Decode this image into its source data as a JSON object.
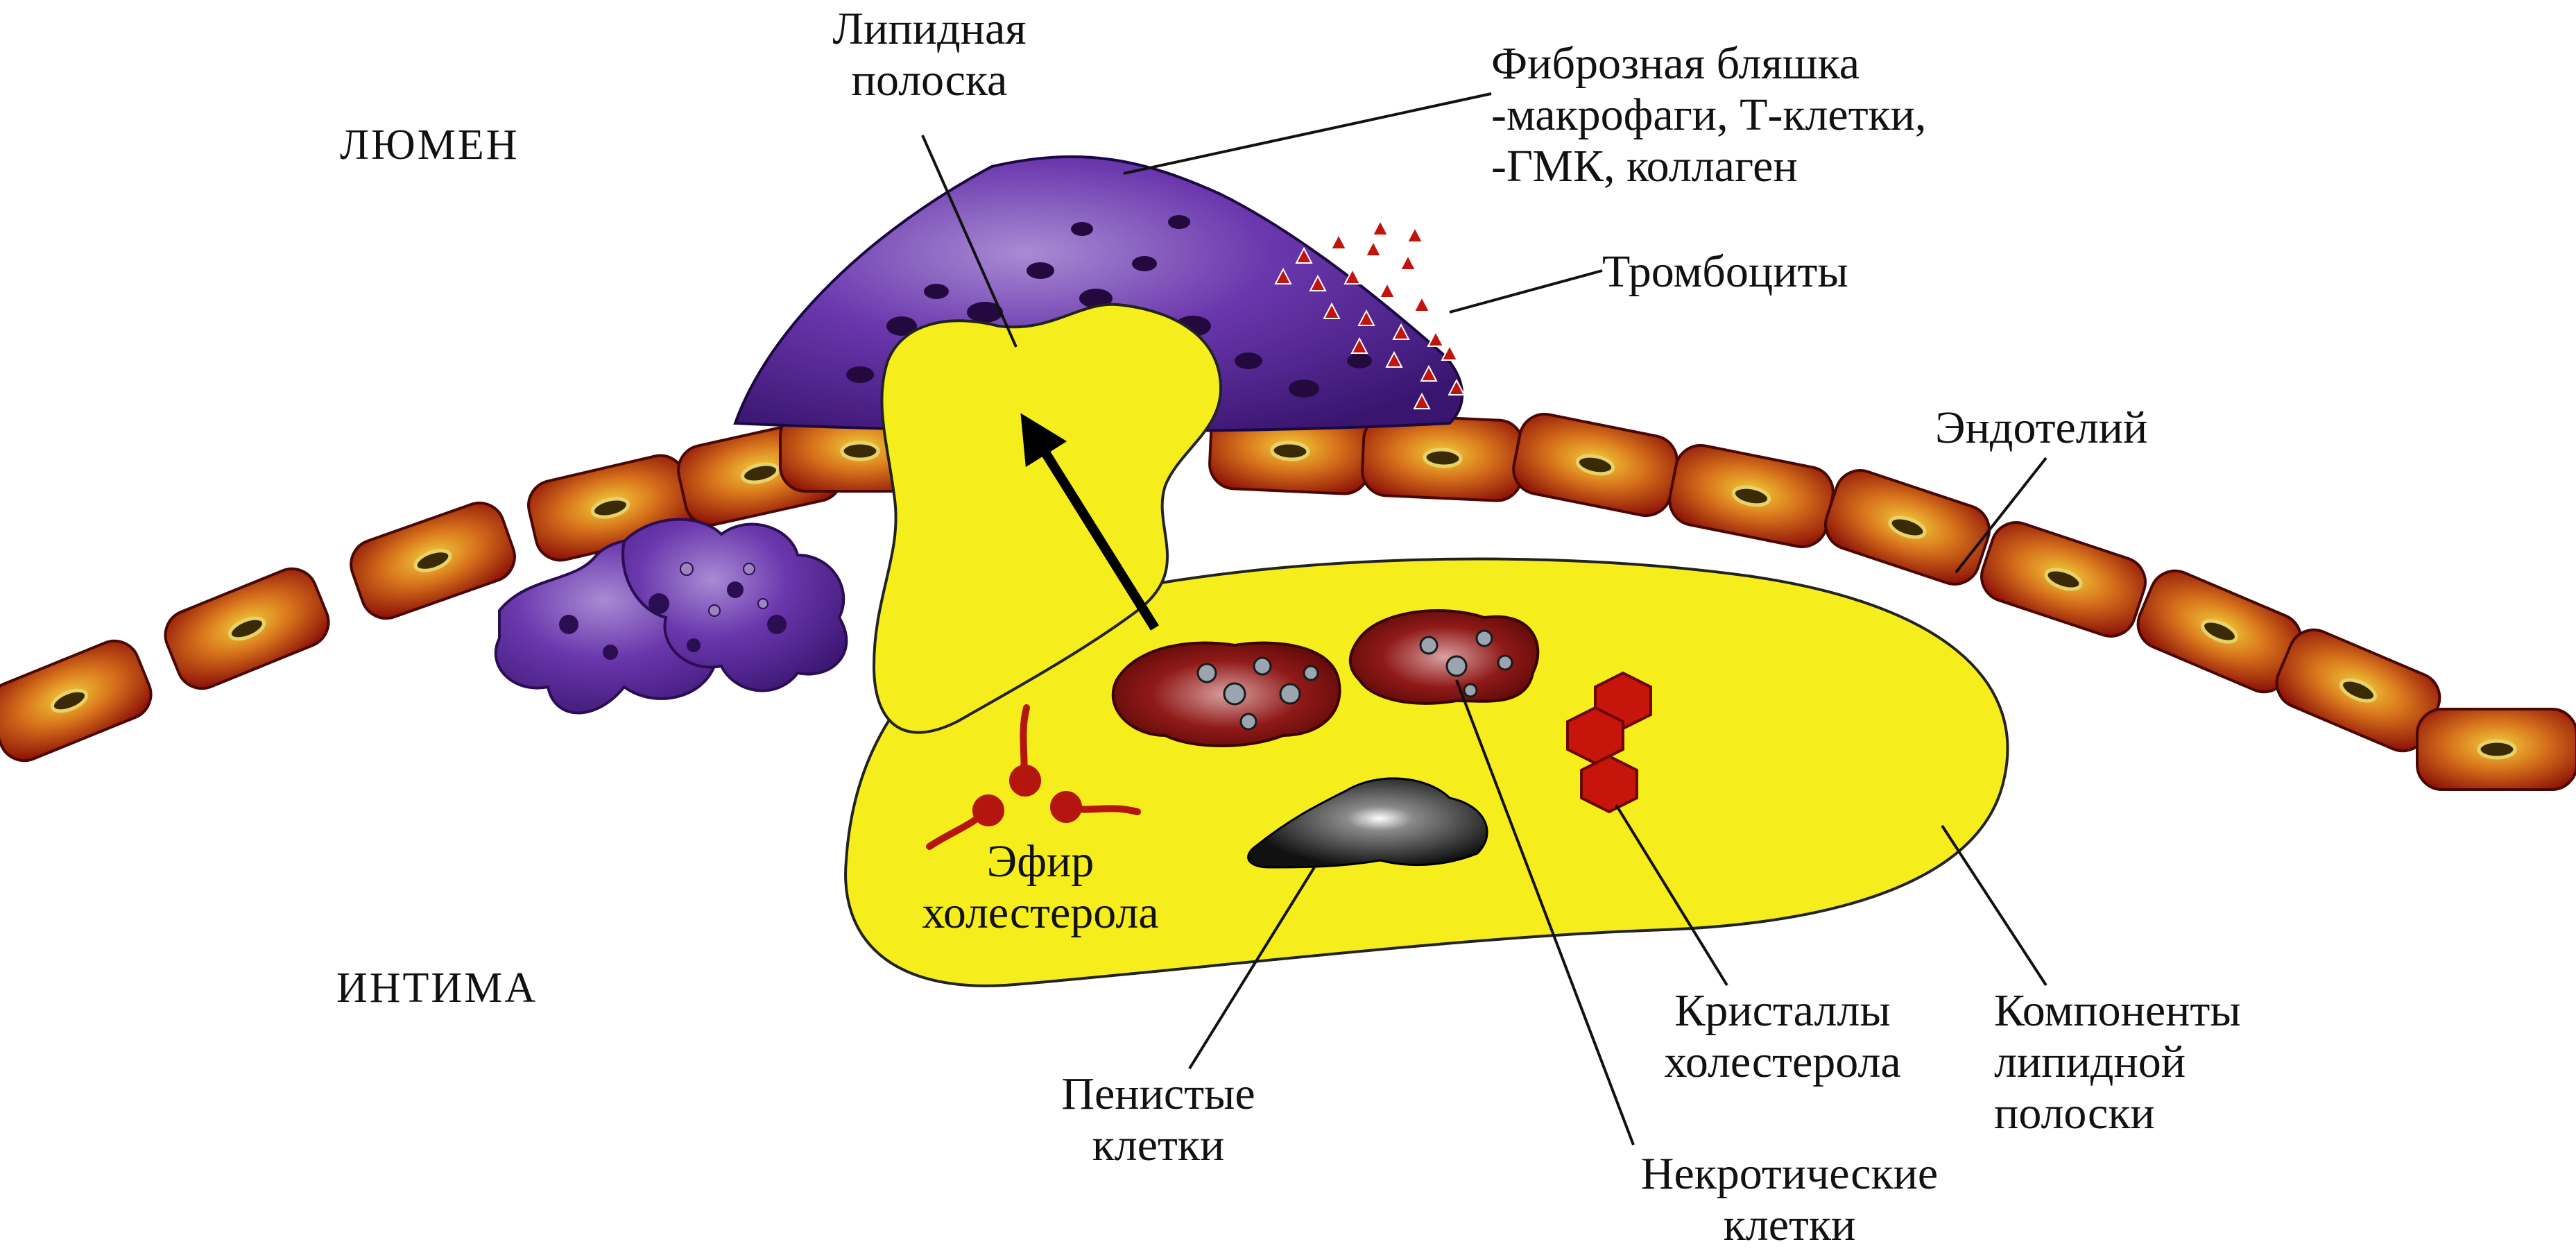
{
  "region_labels": {
    "lumen": "ЛЮМЕН",
    "intima": "ИНТИМА"
  },
  "labels": {
    "lipid_strip": [
      "Липидная",
      "полоска"
    ],
    "fibrous_plaque": [
      "Фиброзная бляшка",
      "-макрофаги, Т-клетки,",
      "-ГМК, коллаген"
    ],
    "platelets": "Тромбоциты",
    "endothelium": "Эндотелий",
    "cholesterol_ester": [
      "Эфир",
      "холестерола"
    ],
    "foam_cells": [
      "Пенистые",
      "клетки"
    ],
    "cholesterol_crystals": [
      "Кристаллы",
      "холестерола"
    ],
    "lipid_strip_components": [
      "Компоненты",
      "липидной",
      "полоски"
    ],
    "necrotic_cells": [
      "Некротические",
      "клетки"
    ]
  },
  "colors": {
    "endothelium_outer": "#8e1208",
    "endothelium_inner": "#d9a21e",
    "lipid_yellow": "#f6ee1c",
    "plaque_purple": "#5b2a9a",
    "plaque_dark": "#2b0e52",
    "macrophage_red": "#a3150f",
    "crystal_red": "#c8150c",
    "platelet_red": "#c0140c",
    "foam_black": "#141414"
  }
}
